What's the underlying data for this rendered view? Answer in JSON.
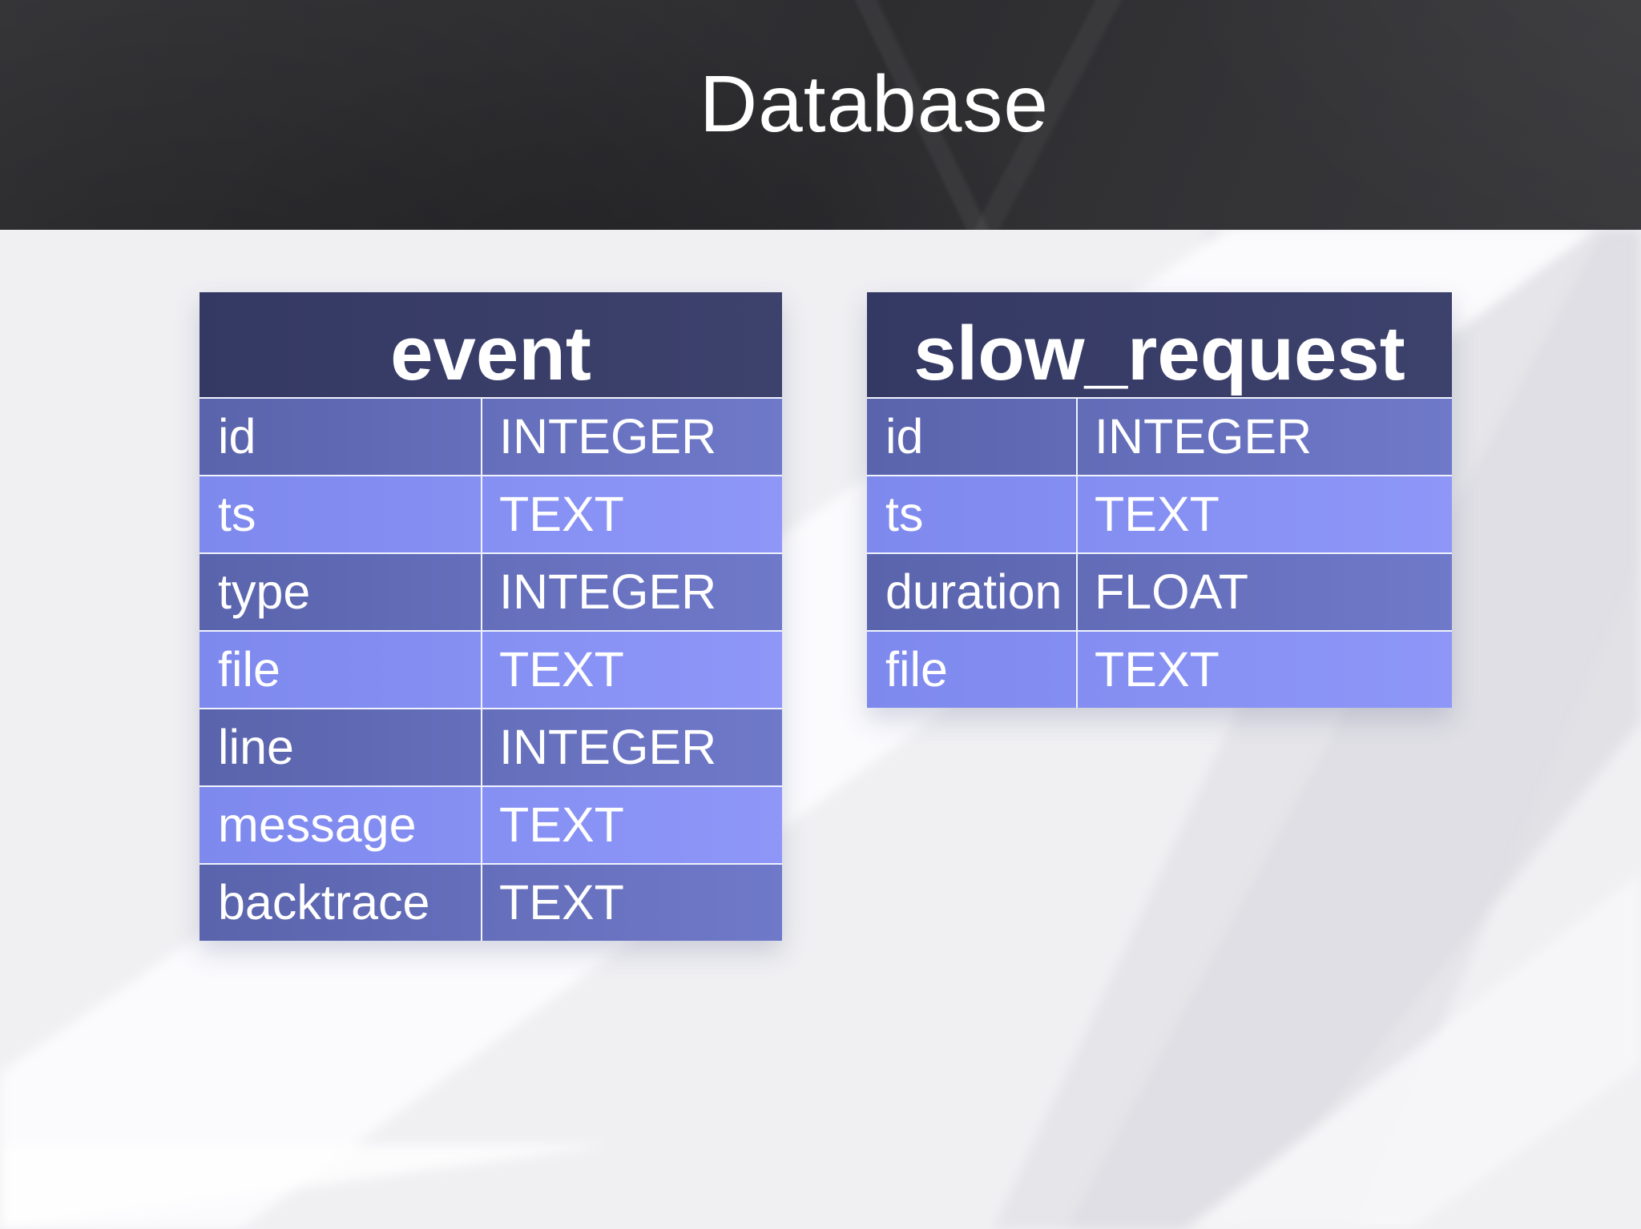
{
  "slide": {
    "title": "Database"
  },
  "tables": [
    {
      "name": "event",
      "rows": [
        {
          "field": "id",
          "type": "INTEGER"
        },
        {
          "field": "ts",
          "type": "TEXT"
        },
        {
          "field": "type",
          "type": "INTEGER"
        },
        {
          "field": "file",
          "type": "TEXT"
        },
        {
          "field": "line",
          "type": "INTEGER"
        },
        {
          "field": "message",
          "type": "TEXT"
        },
        {
          "field": "backtrace",
          "type": "TEXT"
        }
      ]
    },
    {
      "name": "slow_request",
      "rows": [
        {
          "field": "id",
          "type": "INTEGER"
        },
        {
          "field": "ts",
          "type": "TEXT"
        },
        {
          "field": "duration",
          "type": "FLOAT"
        },
        {
          "field": "file",
          "type": "TEXT"
        }
      ]
    }
  ],
  "colors": {
    "header_navy": "#343963",
    "row_dark": "#5a64ac",
    "row_light": "#7e89ee",
    "banner_base": "#313134",
    "text_on_blue": "#ffffff"
  }
}
